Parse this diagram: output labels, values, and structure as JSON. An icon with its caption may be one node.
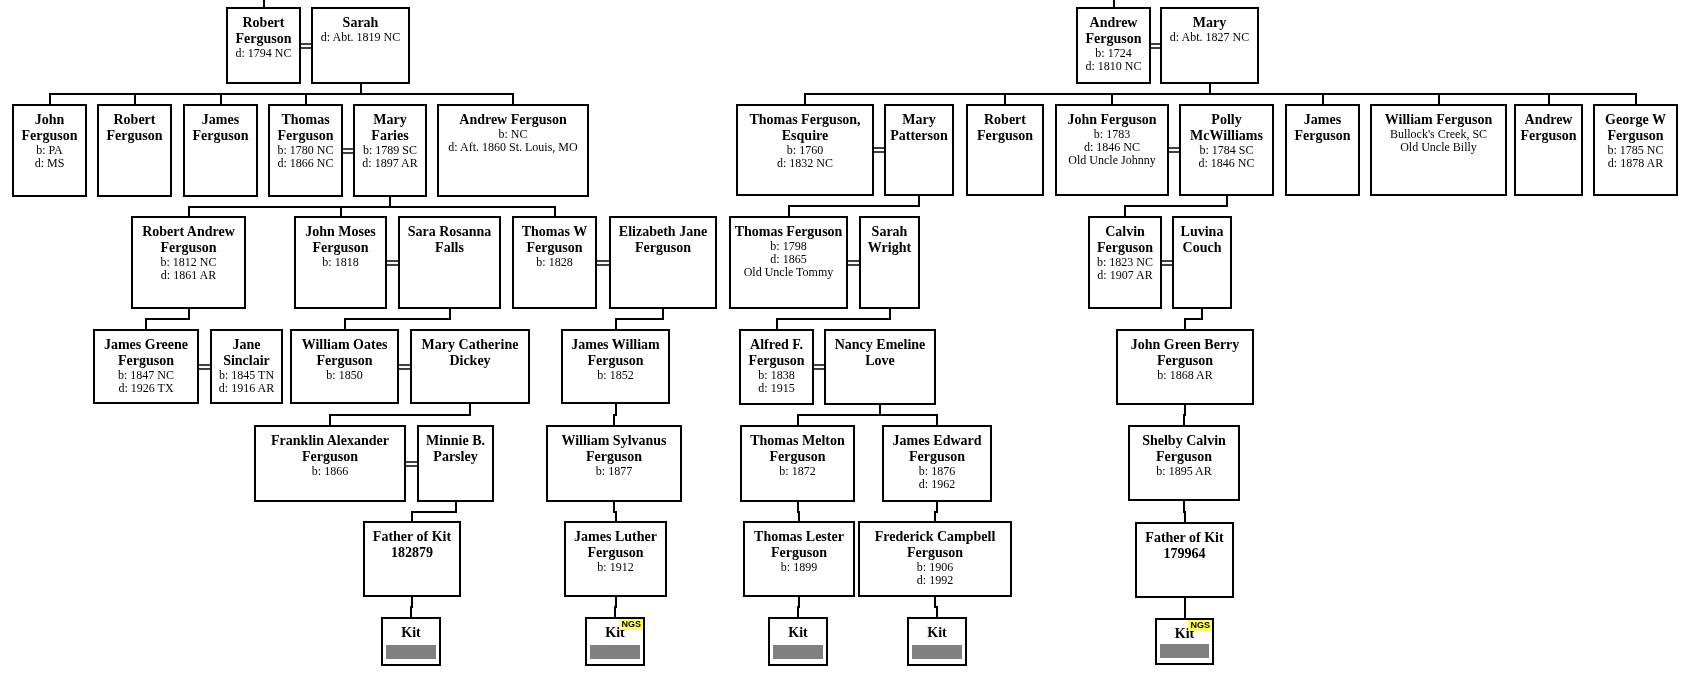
{
  "diagram": {
    "nodes": [
      {
        "text": [
          "Robert Ferguson",
          "d: 1794 NC"
        ]
      },
      {
        "text": [
          "Sarah",
          "d: Abt. 1819 NC"
        ]
      },
      {
        "text": [
          "Andrew Ferguson",
          "b: 1724",
          "d: 1810 NC"
        ]
      },
      {
        "text": [
          "Mary",
          "d: Abt. 1827 NC"
        ]
      },
      {
        "text": [
          "John Ferguson",
          "b: PA",
          "d: MS"
        ]
      },
      {
        "text": [
          "Robert Ferguson"
        ]
      },
      {
        "text": [
          "James Ferguson"
        ]
      },
      {
        "text": [
          "Thomas Ferguson",
          "b: 1780 NC",
          "d: 1866 NC"
        ]
      },
      {
        "text": [
          "Mary Faries",
          "b: 1789 SC",
          "d: 1897 AR"
        ]
      },
      {
        "text": [
          "Andrew Ferguson",
          "b: NC",
          "d: Aft. 1860 St. Louis, MO"
        ]
      },
      {
        "text": [
          "Thomas Ferguson, Esquire",
          "b: 1760",
          "d: 1832 NC"
        ]
      },
      {
        "text": [
          "Mary Patterson"
        ]
      },
      {
        "text": [
          "Robert Ferguson"
        ]
      },
      {
        "text": [
          "John Ferguson",
          "b: 1783",
          "d: 1846 NC",
          "Old Uncle Johnny"
        ]
      },
      {
        "text": [
          "Polly McWilliams",
          "b: 1784 SC",
          "d: 1846 NC"
        ]
      },
      {
        "text": [
          "James Ferguson"
        ]
      },
      {
        "text": [
          "William Ferguson",
          "Bullock's Creek, SC",
          "Old Uncle Billy"
        ]
      },
      {
        "text": [
          "Andrew Ferguson"
        ]
      },
      {
        "text": [
          "George W Ferguson",
          "b: 1785 NC",
          "d: 1878 AR"
        ]
      },
      {
        "text": [
          "Robert Andrew Ferguson",
          "b: 1812 NC",
          "d: 1861 AR"
        ]
      },
      {
        "text": [
          "John Moses Ferguson",
          "b: 1818"
        ]
      },
      {
        "text": [
          "Sara Rosanna Falls"
        ]
      },
      {
        "text": [
          "Thomas W Ferguson",
          "b: 1828"
        ]
      },
      {
        "text": [
          "Elizabeth Jane Ferguson"
        ]
      },
      {
        "text": [
          "Thomas Ferguson",
          "b: 1798",
          "d: 1865",
          "Old Uncle Tommy"
        ]
      },
      {
        "text": [
          "Sarah Wright"
        ]
      },
      {
        "text": [
          "Calvin Ferguson",
          "b: 1823 NC",
          "d: 1907 AR"
        ]
      },
      {
        "text": [
          "Luvina Couch"
        ]
      },
      {
        "text": [
          "James Greene Ferguson",
          "b: 1847 NC",
          "d: 1926 TX"
        ]
      },
      {
        "text": [
          "Jane Sinclair",
          "b: 1845 TN",
          "d: 1916 AR"
        ]
      },
      {
        "text": [
          "William Oates Ferguson",
          "b: 1850"
        ]
      },
      {
        "text": [
          "Mary Catherine Dickey"
        ]
      },
      {
        "text": [
          "James William Ferguson",
          "b: 1852"
        ]
      },
      {
        "text": [
          "Alfred F. Ferguson",
          "b: 1838",
          "d: 1915"
        ]
      },
      {
        "text": [
          "Nancy Emeline Love"
        ]
      },
      {
        "text": [
          "John Green Berry Ferguson",
          "b: 1868 AR"
        ]
      },
      {
        "text": [
          "Franklin Alexander Ferguson",
          "b: 1866"
        ]
      },
      {
        "text": [
          "Minnie B. Parsley"
        ]
      },
      {
        "text": [
          "William Sylvanus Ferguson",
          "b: 1877"
        ]
      },
      {
        "text": [
          "Thomas Melton Ferguson",
          "b: 1872"
        ]
      },
      {
        "text": [
          "James Edward Ferguson",
          "b: 1876",
          "d: 1962"
        ]
      },
      {
        "text": [
          "Shelby Calvin Ferguson",
          "b: 1895 AR"
        ]
      },
      {
        "text": [
          "Father of Kit 182879"
        ]
      },
      {
        "text": [
          "James Luther Ferguson",
          "b: 1912"
        ]
      },
      {
        "text": [
          "Thomas Lester Ferguson",
          "b: 1899"
        ]
      },
      {
        "text": [
          "Frederick Campbell Ferguson",
          "b: 1906",
          "d: 1992"
        ]
      },
      {
        "text": [
          "Father of Kit 179964"
        ]
      },
      {
        "text": [
          "Kit"
        ]
      },
      {
        "text": [
          "NGS",
          "Kit"
        ]
      },
      {
        "text": [
          "Kit"
        ]
      },
      {
        "text": [
          "Kit"
        ]
      },
      {
        "text": [
          "NGS",
          "Kit"
        ]
      }
    ],
    "edges": [
      {
        "from": null,
        "to": 0,
        "arrow": "none"
      },
      {
        "from": null,
        "to": 2,
        "arrow": "none"
      },
      {
        "from": 0,
        "to": 1,
        "arrow": "none"
      },
      {
        "from": 2,
        "to": 3,
        "arrow": "none"
      },
      {
        "from": 1,
        "to": 4,
        "arrow": "none"
      },
      {
        "from": 1,
        "to": 5,
        "arrow": "none"
      },
      {
        "from": 1,
        "to": 6,
        "arrow": "none"
      },
      {
        "from": 1,
        "to": 7,
        "arrow": "none"
      },
      {
        "from": 1,
        "to": 9,
        "arrow": "none"
      },
      {
        "from": 7,
        "to": 8,
        "arrow": "none"
      },
      {
        "from": 3,
        "to": 10,
        "arrow": "none"
      },
      {
        "from": 3,
        "to": 12,
        "arrow": "none"
      },
      {
        "from": 3,
        "to": 13,
        "arrow": "none"
      },
      {
        "from": 3,
        "to": 15,
        "arrow": "none"
      },
      {
        "from": 3,
        "to": 16,
        "arrow": "none"
      },
      {
        "from": 3,
        "to": 17,
        "arrow": "none"
      },
      {
        "from": 3,
        "to": 18,
        "arrow": "none"
      },
      {
        "from": 10,
        "to": 11,
        "arrow": "none"
      },
      {
        "from": 13,
        "to": 14,
        "arrow": "none"
      },
      {
        "from": 8,
        "to": 19,
        "arrow": "none"
      },
      {
        "from": 8,
        "to": 20,
        "arrow": "none"
      },
      {
        "from": 8,
        "to": 22,
        "arrow": "none"
      },
      {
        "from": 20,
        "to": 21,
        "arrow": "none"
      },
      {
        "from": 22,
        "to": 23,
        "arrow": "none"
      },
      {
        "from": 11,
        "to": 24,
        "arrow": "none"
      },
      {
        "from": 24,
        "to": 25,
        "arrow": "none"
      },
      {
        "from": 14,
        "to": 26,
        "arrow": "none"
      },
      {
        "from": 26,
        "to": 27,
        "arrow": "none"
      },
      {
        "from": 19,
        "to": 28,
        "arrow": "none"
      },
      {
        "from": 28,
        "to": 29,
        "arrow": "none"
      },
      {
        "from": 21,
        "to": 30,
        "arrow": "none"
      },
      {
        "from": 30,
        "to": 31,
        "arrow": "none"
      },
      {
        "from": 23,
        "to": 32,
        "arrow": "none"
      },
      {
        "from": 25,
        "to": 33,
        "arrow": "none"
      },
      {
        "from": 33,
        "to": 34,
        "arrow": "none"
      },
      {
        "from": 27,
        "to": 35,
        "arrow": "none"
      },
      {
        "from": 31,
        "to": 36,
        "arrow": "none"
      },
      {
        "from": 36,
        "to": 37,
        "arrow": "none"
      },
      {
        "from": 32,
        "to": 38,
        "arrow": "none"
      },
      {
        "from": 34,
        "to": 39,
        "arrow": "none"
      },
      {
        "from": 34,
        "to": 40,
        "arrow": "none"
      },
      {
        "from": 35,
        "to": 41,
        "arrow": "none"
      },
      {
        "from": 37,
        "to": 42,
        "arrow": "none"
      },
      {
        "from": 38,
        "to": 43,
        "arrow": "none"
      },
      {
        "from": 39,
        "to": 44,
        "arrow": "none"
      },
      {
        "from": 40,
        "to": 45,
        "arrow": "none"
      },
      {
        "from": 41,
        "to": 46,
        "arrow": "none"
      },
      {
        "from": 42,
        "to": 47,
        "arrow": "none"
      },
      {
        "from": 43,
        "to": 48,
        "arrow": "none"
      },
      {
        "from": 44,
        "to": 49,
        "arrow": "none"
      },
      {
        "from": 45,
        "to": 50,
        "arrow": "none"
      },
      {
        "from": 46,
        "to": 51,
        "arrow": "none"
      }
    ]
  }
}
